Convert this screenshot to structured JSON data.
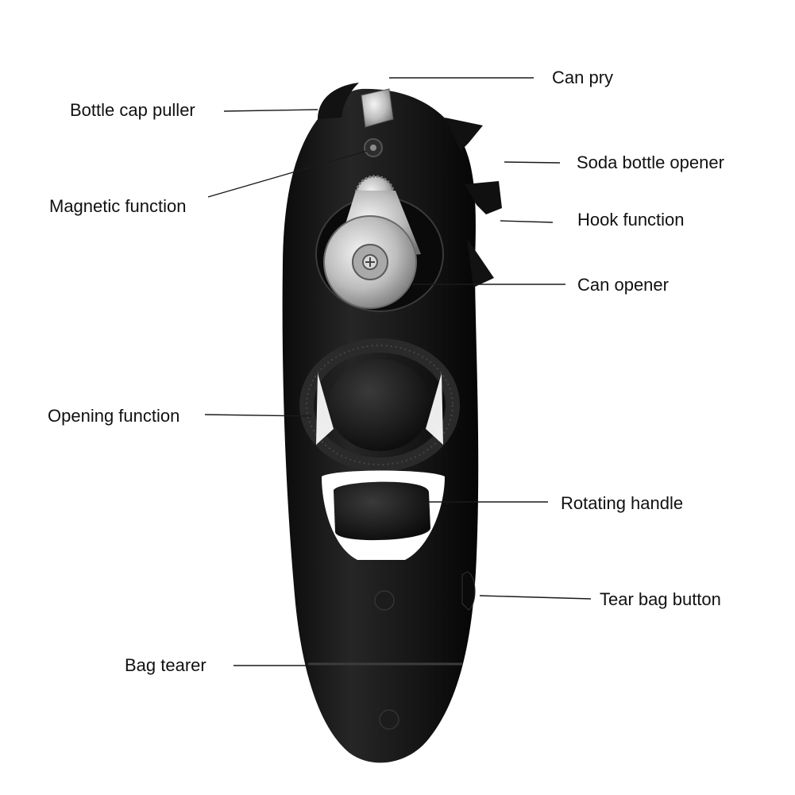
{
  "labels": {
    "can_pry": "Can pry",
    "bottle_cap_puller": "Bottle cap puller",
    "soda_bottle_opener": "Soda bottle opener",
    "magnetic_function": "Magnetic function",
    "hook_function": "Hook function",
    "can_opener": "Can opener",
    "opening_function": "Opening function",
    "rotating_handle": "Rotating handle",
    "tear_bag_button": "Tear bag button",
    "bag_tearer": "Bag tearer"
  },
  "colors": {
    "body": "#141414",
    "body_highlight": "#2b2b2b",
    "metal": "#c9c9c9",
    "metal_dark": "#8a8a8a",
    "text": "#111111"
  }
}
